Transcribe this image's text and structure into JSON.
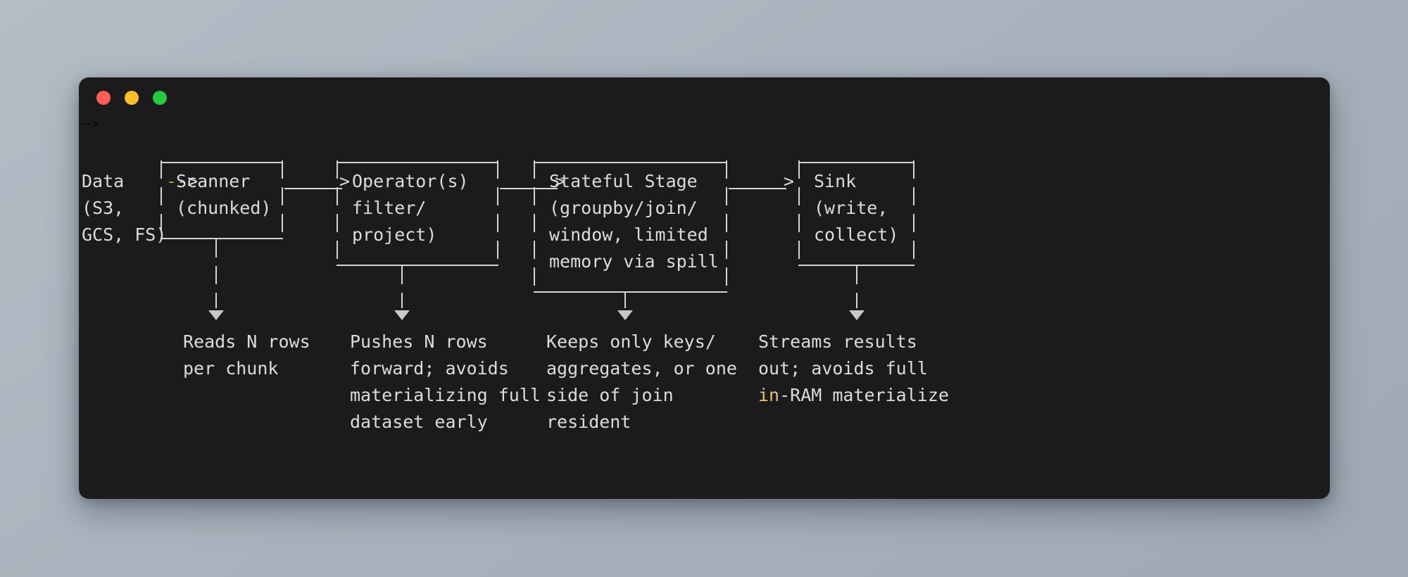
{
  "window": {
    "traffic_lights": [
      {
        "name": "close",
        "color": "#ff5f56"
      },
      {
        "name": "minimize",
        "color": "#ffbd2e"
      },
      {
        "name": "maximize",
        "color": "#27c93f"
      }
    ]
  },
  "theme": {
    "background": "#b0bac4",
    "terminal_background": "#1b1b1d",
    "text": "#dcdcdc",
    "line": "#d4d4d4",
    "accent_green": "#8cb33c",
    "accent_yellow": "#e5c07b",
    "triangle": "#c9c9c9"
  },
  "diagram": {
    "type": "ascii-pipeline-flow",
    "source": {
      "lines": [
        "Data",
        "(S3,",
        "GCS, FS)"
      ],
      "arrow_dashes": "--",
      "arrow_head": ">"
    },
    "arrows": [
      {
        "body": "————",
        "head": ">"
      },
      {
        "body": "————",
        "head": ">"
      },
      {
        "body": "————",
        "head": ">"
      }
    ],
    "stages": [
      {
        "id": "scanner",
        "lines": [
          "Scanner",
          "(chunked)"
        ],
        "caption": [
          "Reads N rows",
          "per chunk"
        ],
        "caption_highlight": null
      },
      {
        "id": "operators",
        "lines": [
          "Operator(s)",
          "filter/",
          "project)"
        ],
        "caption": [
          "Pushes N rows",
          "forward; avoids",
          "materializing full",
          "dataset early"
        ],
        "caption_highlight": null
      },
      {
        "id": "stateful-stage",
        "lines": [
          "Stateful Stage",
          "(groupby/join/",
          "window, limited",
          "memory via spill"
        ],
        "caption": [
          "Keeps only keys/",
          "aggregates, or one",
          "side of join",
          "resident"
        ],
        "caption_highlight": null
      },
      {
        "id": "sink",
        "lines": [
          "Sink",
          "(write,",
          "collect)"
        ],
        "caption": [
          "Streams results",
          "out; avoids full",
          "in-RAM materialize"
        ],
        "caption_highlight": {
          "line_index": 2,
          "token": "in",
          "rest": "-RAM materialize"
        }
      }
    ]
  }
}
